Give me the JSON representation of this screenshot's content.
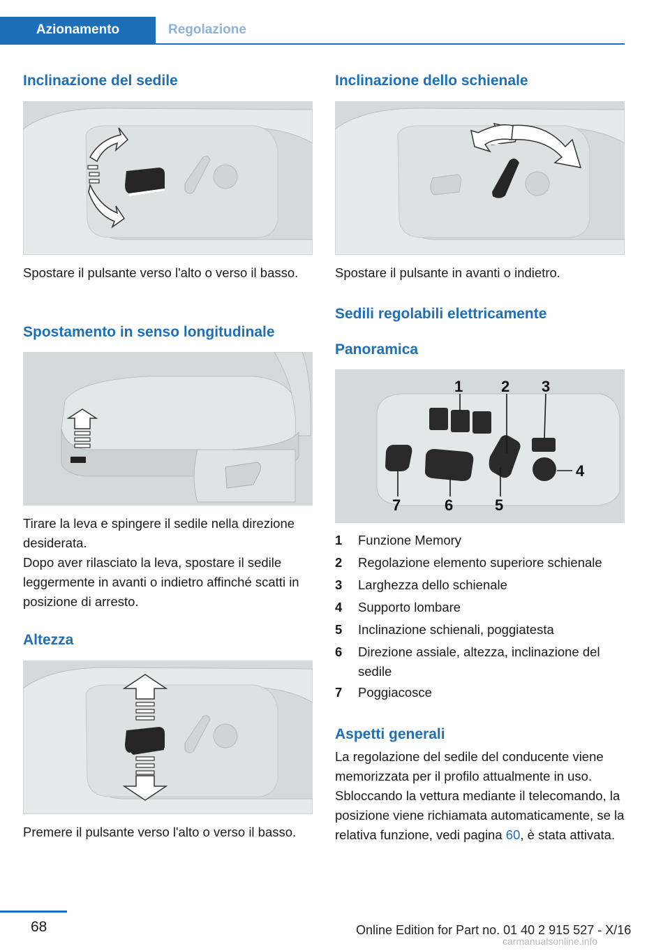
{
  "tabs": {
    "active": "Azionamento",
    "inactive": "Regolazione"
  },
  "left": {
    "h1": "Inclinazione del sedile",
    "p1": "Spostare il pulsante verso l'alto o verso il basso.",
    "h2": "Spostamento in senso longitudinale",
    "p2": "Tirare la leva e spingere il sedile nella direzione desiderata.",
    "p3": "Dopo aver rilasciato la leva, spostare il sedile leggermente in avanti o indietro affinché scatti in posizione di arresto.",
    "h3": "Altezza",
    "p4": "Premere il pulsante verso l'alto o verso il basso."
  },
  "right": {
    "h1": "Inclinazione dello schienale",
    "p1": "Spostare il pulsante in avanti o indietro.",
    "h2": "Sedili regolabili elettricamente",
    "h3": "Panoramica",
    "callouts": [
      "1",
      "2",
      "3",
      "4",
      "5",
      "6",
      "7"
    ],
    "legend": [
      {
        "n": "1",
        "t": "Funzione Memory"
      },
      {
        "n": "2",
        "t": "Regolazione elemento superiore schienale"
      },
      {
        "n": "3",
        "t": "Larghezza dello schienale"
      },
      {
        "n": "4",
        "t": "Supporto lombare"
      },
      {
        "n": "5",
        "t": "Inclinazione schienali, poggiatesta"
      },
      {
        "n": "6",
        "t": "Direzione assiale, altezza, inclinazione del sedile"
      },
      {
        "n": "7",
        "t": "Poggiacosce"
      }
    ],
    "h4": "Aspetti generali",
    "p2a": "La regolazione del sedile del conducente viene memorizzata per il profilo attualmente in uso. Sbloccando la vettura mediante il teleco­mando, la posizione viene richiamata automati­camente, se la relativa funzione, vedi pa­gina",
    "p2link": "60",
    "p2b": ", è stata attivata."
  },
  "page_number": "68",
  "footer": "Online Edition for Part no. 01 40 2 915 527 - X/16",
  "watermark": "carmanualsonline.info",
  "colors": {
    "accent": "#1d6fb8",
    "figure_bg": "#d4d9da"
  }
}
